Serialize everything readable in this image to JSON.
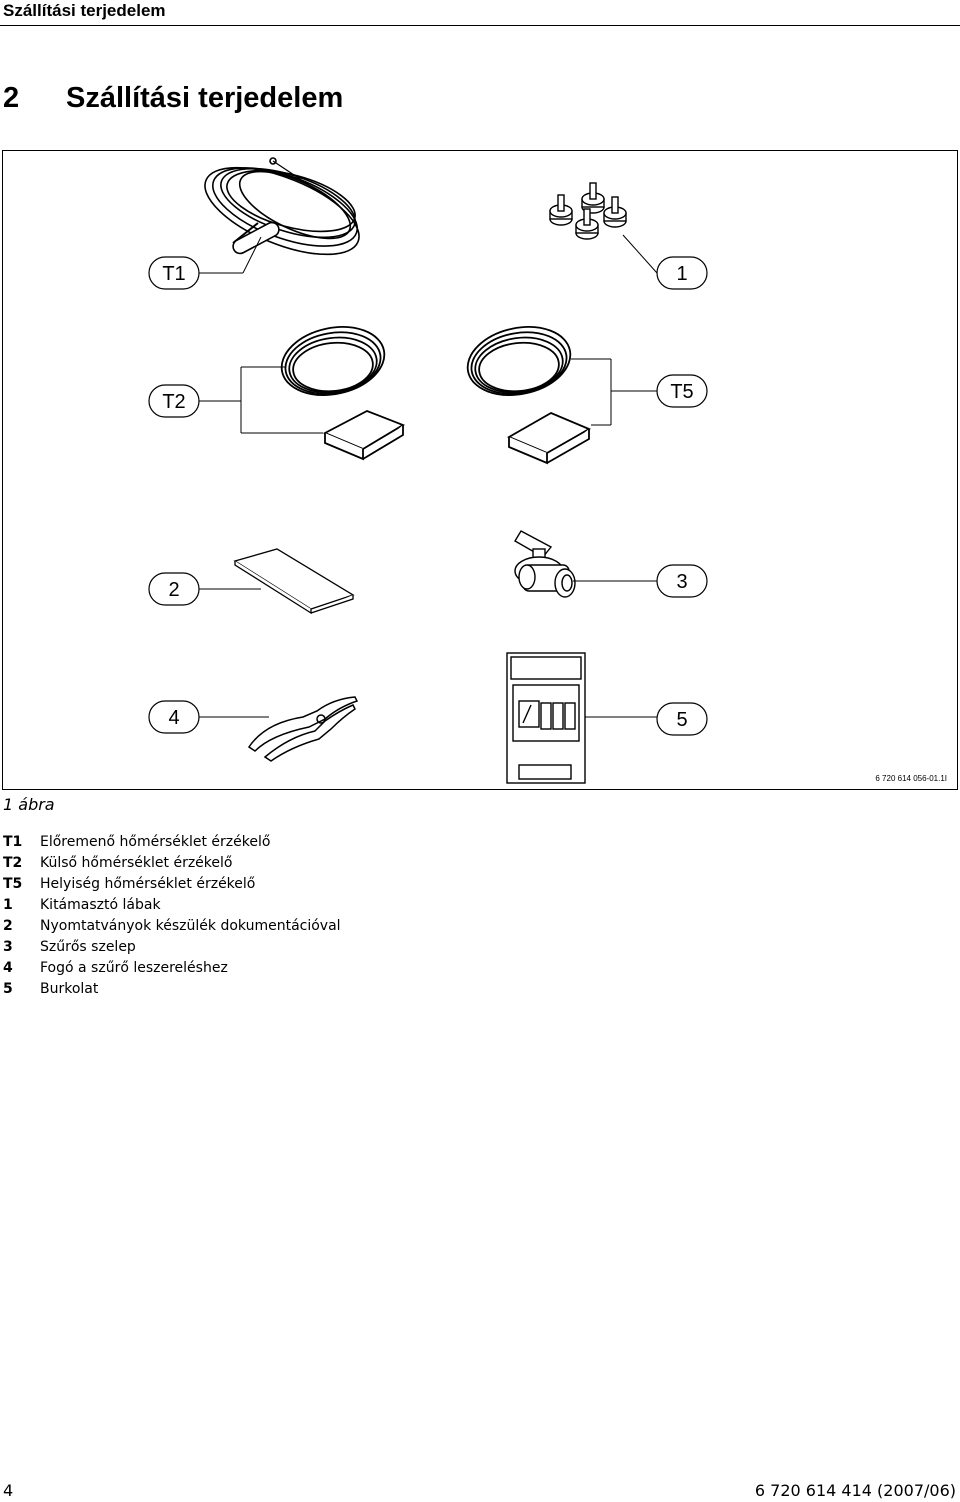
{
  "header": {
    "running_title": "Szállítási terjedelem"
  },
  "section": {
    "number": "2",
    "title": "Szállítási terjedelem"
  },
  "figure": {
    "callouts": {
      "t1": "T1",
      "one": "1",
      "t2": "T2",
      "t5": "T5",
      "two": "2",
      "three": "3",
      "four": "4",
      "five": "5"
    },
    "code": "6 720 614 056-01.1I",
    "caption": "1 ábra"
  },
  "legend": [
    {
      "key": "T1",
      "text": "Előremenő hőmérséklet érzékelő"
    },
    {
      "key": "T2",
      "text": "Külső hőmérséklet érzékelő"
    },
    {
      "key": "T5",
      "text": "Helyiség hőmérséklet érzékelő"
    },
    {
      "key": "1",
      "text": "Kitámasztó lábak"
    },
    {
      "key": "2",
      "text": "Nyomtatványok készülék dokumentációval"
    },
    {
      "key": "3",
      "text": "Szűrős szelep"
    },
    {
      "key": "4",
      "text": "Fogó a szűrő leszereléshez"
    },
    {
      "key": "5",
      "text": "Burkolat"
    }
  ],
  "footer": {
    "page": "4",
    "doc_ref": "6 720 614 414 (2007/06)"
  }
}
